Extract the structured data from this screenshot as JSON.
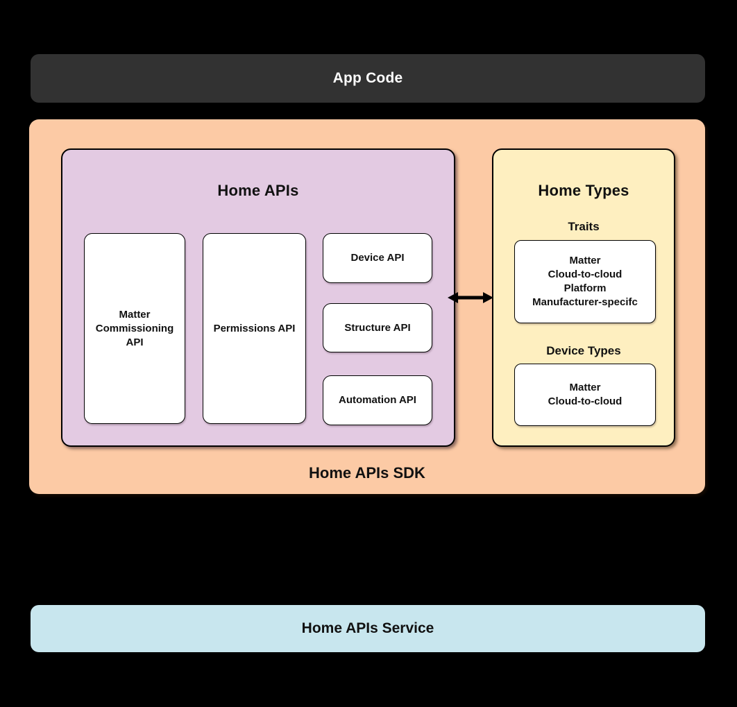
{
  "colors": {
    "background": "#000000",
    "app_code_bar": "#323232",
    "app_code_text": "#ffffff",
    "sdk_box": "#FCCAA5",
    "home_apis_box": "#E3CAE2",
    "home_types_box": "#FEEFC0",
    "service_bar": "#C8E6EE",
    "card": "#ffffff",
    "outline": "#000000",
    "text": "#111111"
  },
  "app_code": {
    "label": "App Code"
  },
  "sdk": {
    "label": "Home APIs SDK",
    "home_apis": {
      "title": "Home APIs",
      "cards": {
        "matter_commissioning": "Matter Commissioning API",
        "permissions": "Permissions API",
        "device": "Device API",
        "structure": "Structure API",
        "automation": "Automation API"
      }
    },
    "home_types": {
      "title": "Home Types",
      "traits": {
        "label": "Traits",
        "items": [
          "Matter",
          "Cloud-to-cloud",
          "Platform",
          "Manufacturer-specifc"
        ]
      },
      "device_types": {
        "label": "Device Types",
        "items": [
          "Matter",
          "Cloud-to-cloud"
        ]
      }
    }
  },
  "service": {
    "label": "Home APIs Service"
  },
  "icons": {
    "bidirectional_arrow": "left-right-arrow"
  }
}
